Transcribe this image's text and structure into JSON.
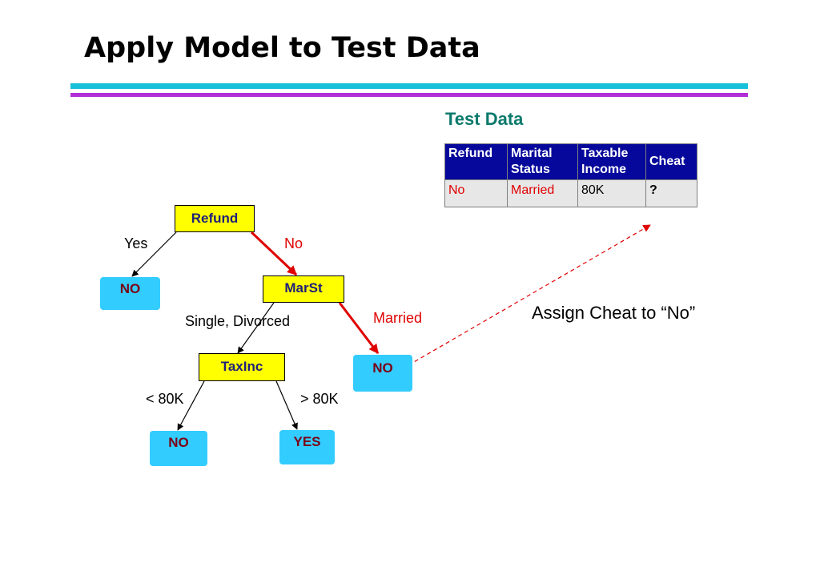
{
  "slide": {
    "title": "Apply Model to Test Data"
  },
  "test_data": {
    "heading": "Test Data",
    "columns": {
      "refund": "Refund",
      "marital_line1": "Marital",
      "marital_line2": "Status",
      "taxable_line1": "Taxable",
      "taxable_line2": "Income",
      "cheat": "Cheat"
    },
    "row": {
      "refund": "No",
      "marital": "Married",
      "taxable": "80K",
      "cheat": "?"
    }
  },
  "tree": {
    "refund_node": "Refund",
    "marst_node": "MarSt",
    "taxinc_node": "TaxInc",
    "leaf_refund_yes": "NO",
    "leaf_married": "NO",
    "leaf_low_income": "NO",
    "leaf_high_income": "YES",
    "edge_yes": "Yes",
    "edge_no": "No",
    "edge_single_divorced": "Single, Divorced",
    "edge_married": "Married",
    "edge_lt_80k": "< 80K",
    "edge_gt_80k": "> 80K"
  },
  "annotation": {
    "assign_text": "Assign Cheat to “No”"
  },
  "colors": {
    "node_fill": "#ffff00",
    "leaf_fill": "#33ccff",
    "highlight_path": "#e00000",
    "table_header": "#06089b",
    "test_title": "#0b7a6c",
    "rule_cyan": "#19c0d9",
    "rule_magenta": "#b12fd6"
  }
}
